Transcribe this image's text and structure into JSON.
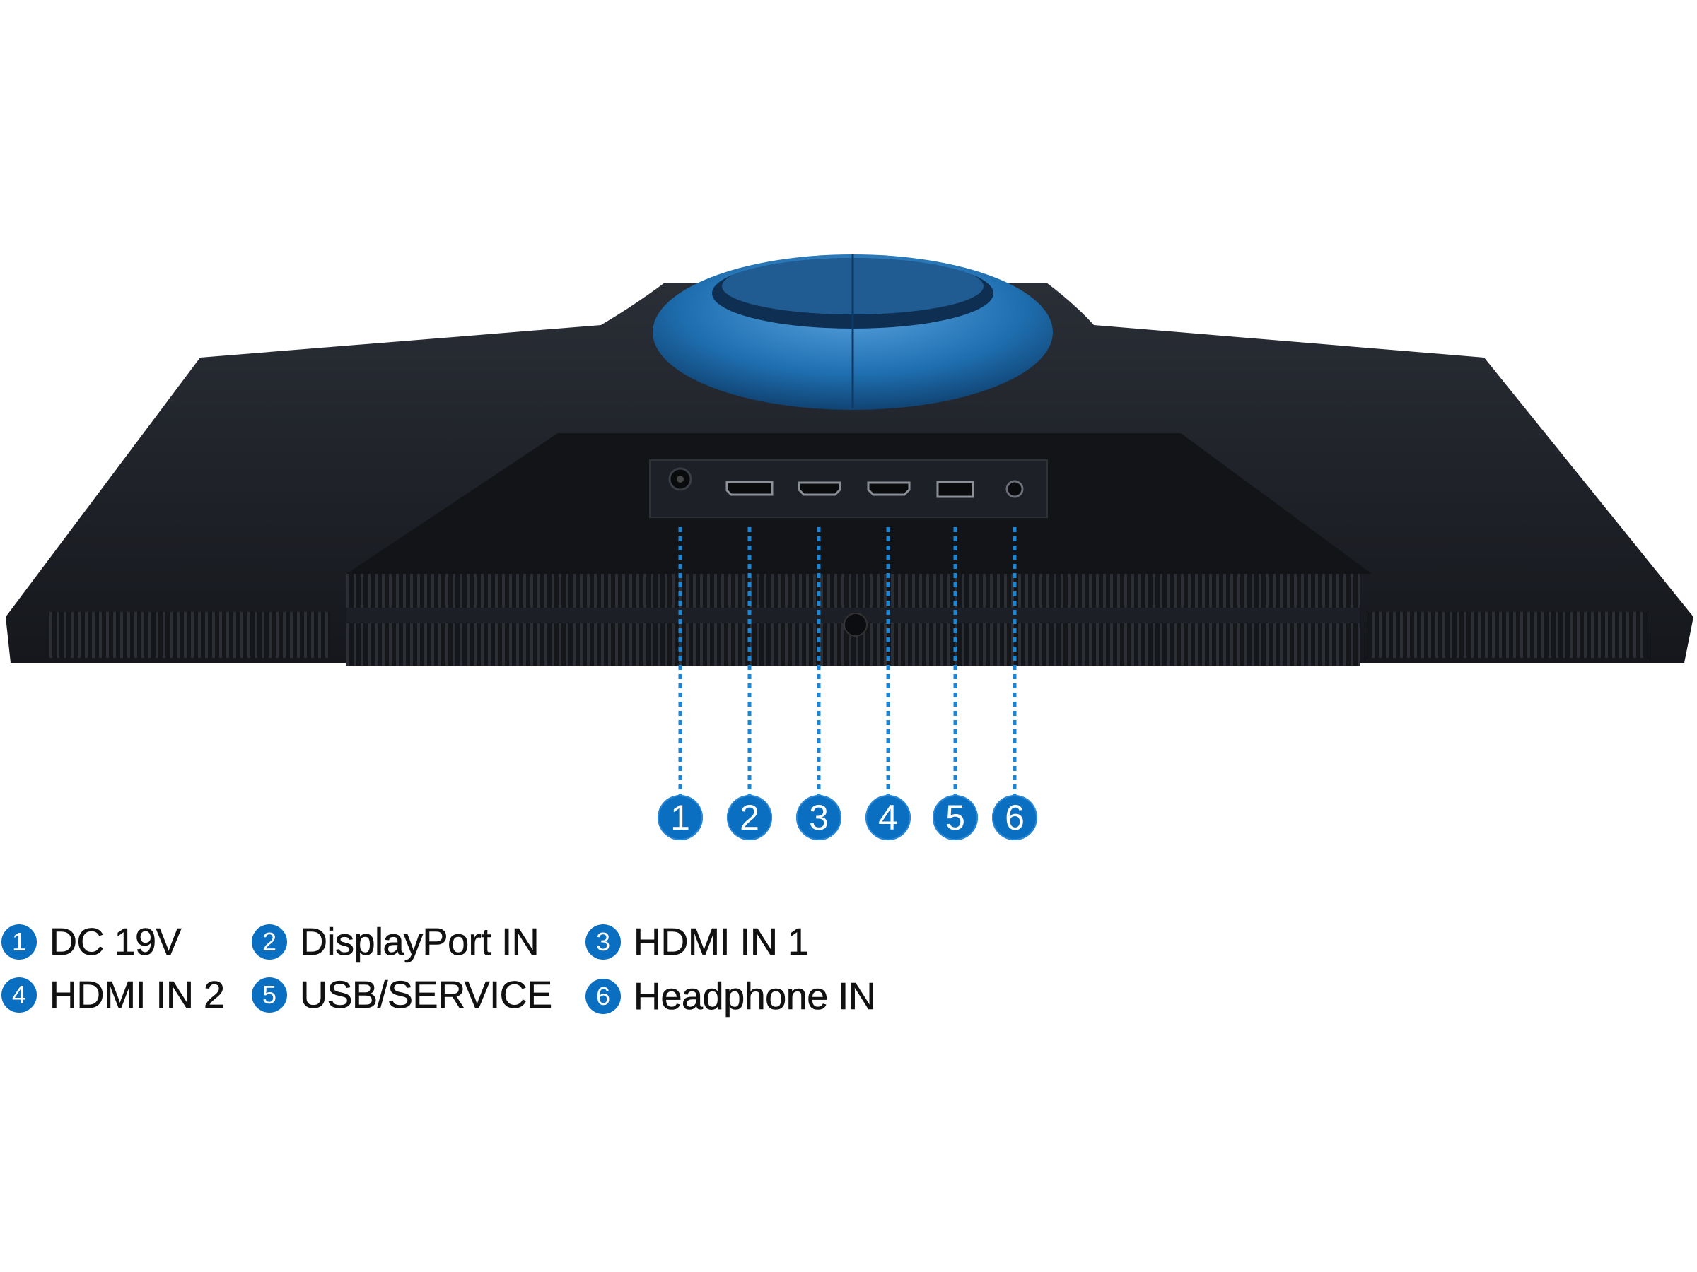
{
  "ports": [
    {
      "number": "1",
      "label": "DC 19V"
    },
    {
      "number": "2",
      "label": "DisplayPort IN"
    },
    {
      "number": "3",
      "label": "HDMI IN 1"
    },
    {
      "number": "4",
      "label": "HDMI IN 2"
    },
    {
      "number": "5",
      "label": "USB/SERVICE"
    },
    {
      "number": "6",
      "label": "Headphone IN"
    }
  ],
  "colors": {
    "accent": "#0b6fc1",
    "body": "#1b1e24",
    "ring": "#1f6fb0"
  }
}
